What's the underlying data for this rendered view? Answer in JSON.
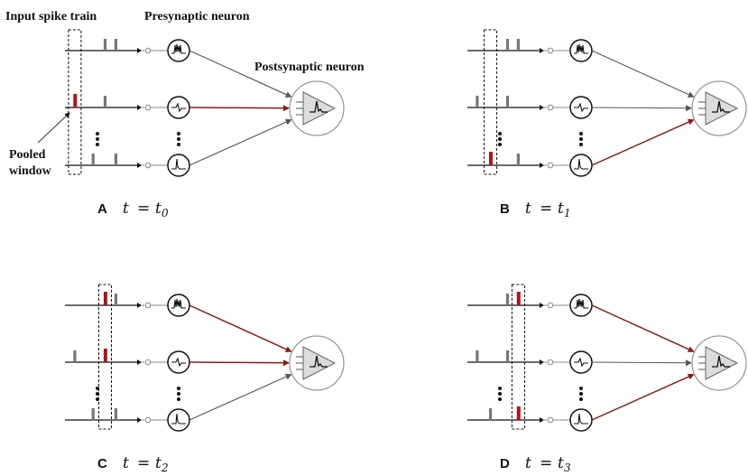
{
  "labels": {
    "input_spike_train": "Input spike train",
    "presynaptic_neuron": "Presynaptic neuron",
    "postsynaptic_neuron": "Postsynaptic neuron",
    "pooled": "Pooled",
    "window": "window"
  },
  "colors": {
    "spike": "#777777",
    "active_spike": "#b01515",
    "active_synapse": "#8b1a1a",
    "synapse": "#555555"
  },
  "panels": [
    {
      "letter": "A",
      "t_var": "t",
      "equals": "=",
      "t_base": "t",
      "t_sub": "0",
      "window_time": 0.07,
      "active_rows": [
        1
      ],
      "spike_times": [
        [
          0.55,
          0.72
        ],
        [
          0.07,
          0.55
        ],
        [
          0.36,
          0.72
        ]
      ]
    },
    {
      "letter": "B",
      "t_var": "t",
      "equals": "=",
      "t_base": "t",
      "t_sub": "1",
      "window_time": 0.28,
      "active_rows": [
        2
      ],
      "spike_times": [
        [
          0.55,
          0.72
        ],
        [
          0.07,
          0.55
        ],
        [
          0.28,
          0.72
        ]
      ]
    },
    {
      "letter": "C",
      "t_var": "t",
      "equals": "=",
      "t_base": "t",
      "t_sub": "2",
      "window_time": 0.55,
      "active_rows": [
        0,
        1
      ],
      "spike_times": [
        [
          0.55,
          0.72
        ],
        [
          0.07,
          0.55
        ],
        [
          0.36,
          0.72
        ]
      ]
    },
    {
      "letter": "D",
      "t_var": "t",
      "equals": "=",
      "t_base": "t",
      "t_sub": "3",
      "window_time": 0.72,
      "active_rows": [
        0,
        2
      ],
      "spike_times": [
        [
          0.55,
          0.72
        ],
        [
          0.07,
          0.55
        ],
        [
          0.28,
          0.72
        ]
      ]
    }
  ]
}
